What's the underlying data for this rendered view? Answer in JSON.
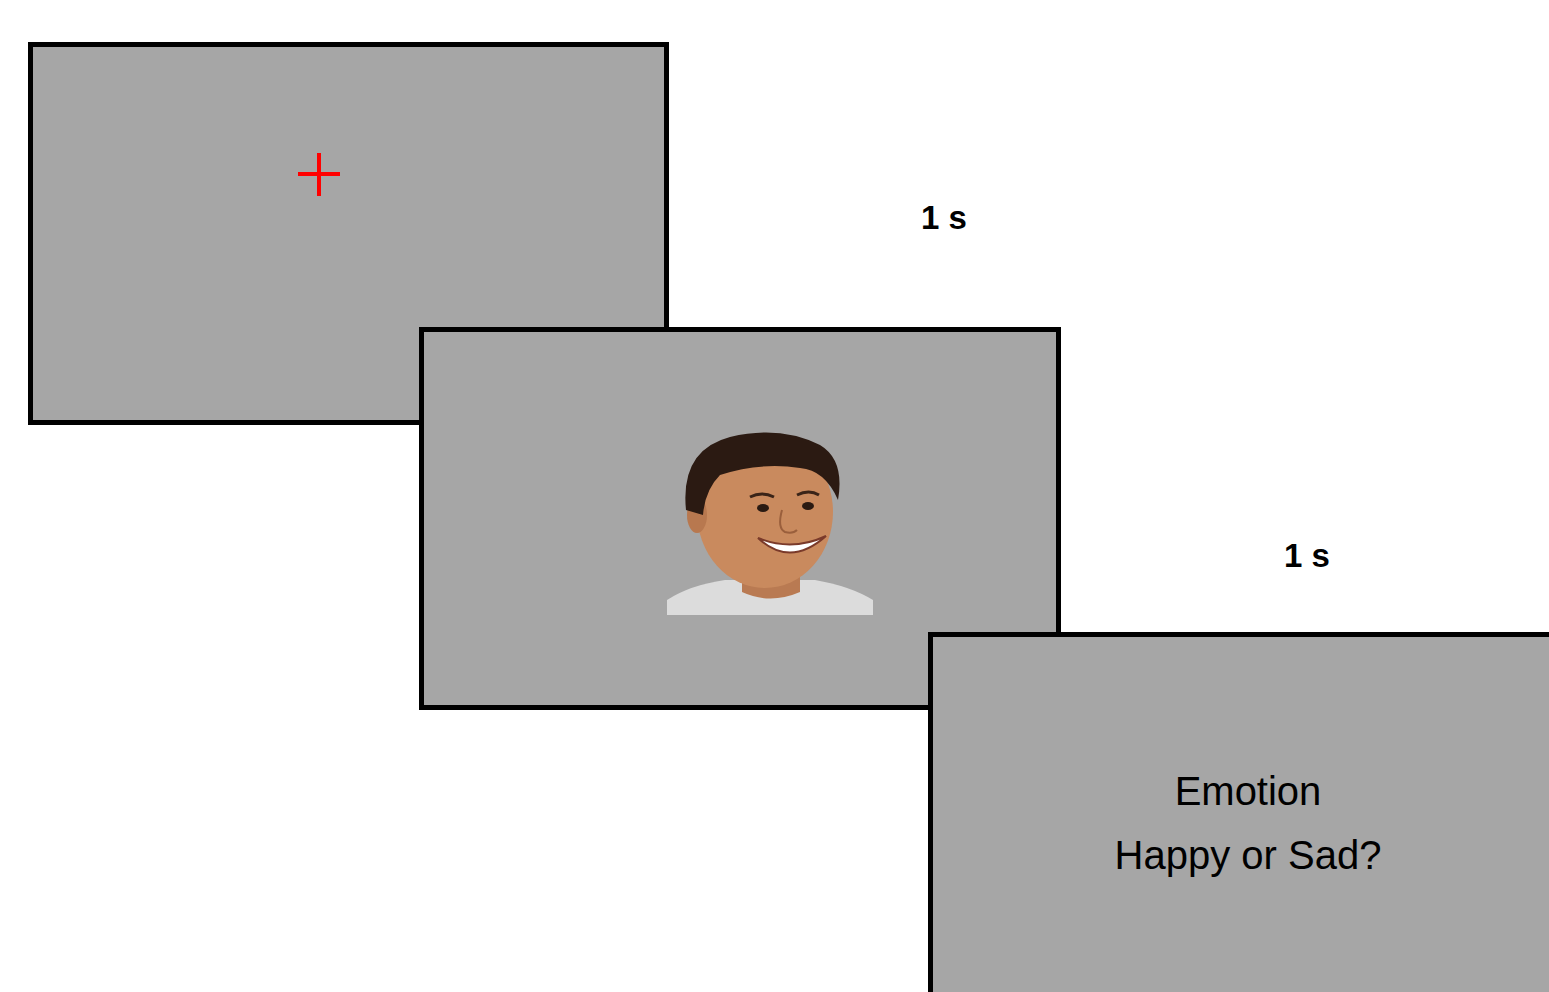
{
  "diagram": {
    "nodes": [
      {
        "text": [
          "Emotion",
          "Happy or Sad?"
        ]
      }
    ],
    "labels": [
      "1 s",
      "1 s"
    ]
  }
}
